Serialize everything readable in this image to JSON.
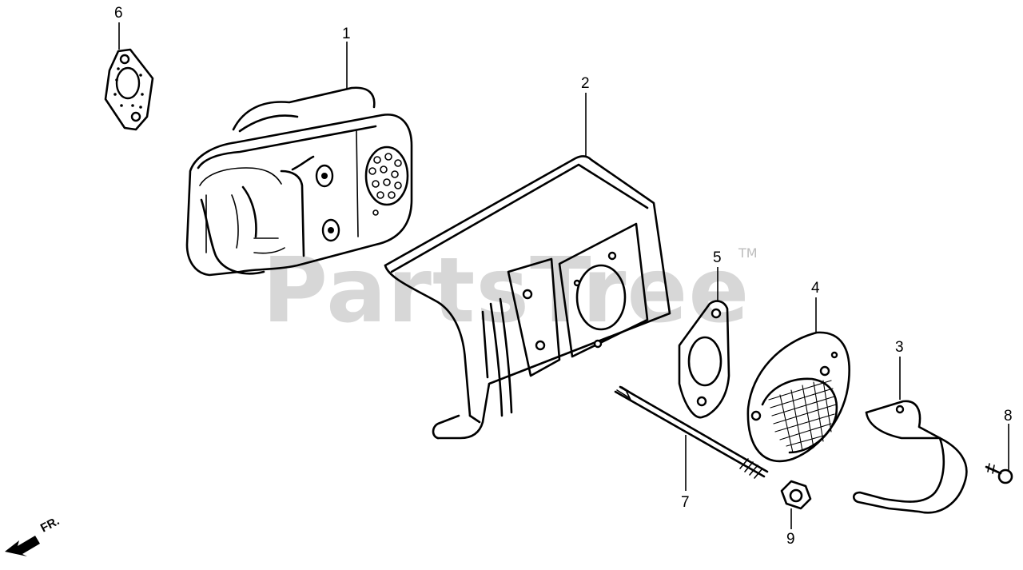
{
  "diagram": {
    "watermark": "PartsTree",
    "trademark": "TM",
    "front_label": "FR.",
    "callouts": [
      {
        "id": "1",
        "label": "1"
      },
      {
        "id": "2",
        "label": "2"
      },
      {
        "id": "3",
        "label": "3"
      },
      {
        "id": "4",
        "label": "4"
      },
      {
        "id": "5",
        "label": "5"
      },
      {
        "id": "6",
        "label": "6"
      },
      {
        "id": "7",
        "label": "7"
      },
      {
        "id": "8",
        "label": "8"
      },
      {
        "id": "9",
        "label": "9"
      }
    ]
  }
}
